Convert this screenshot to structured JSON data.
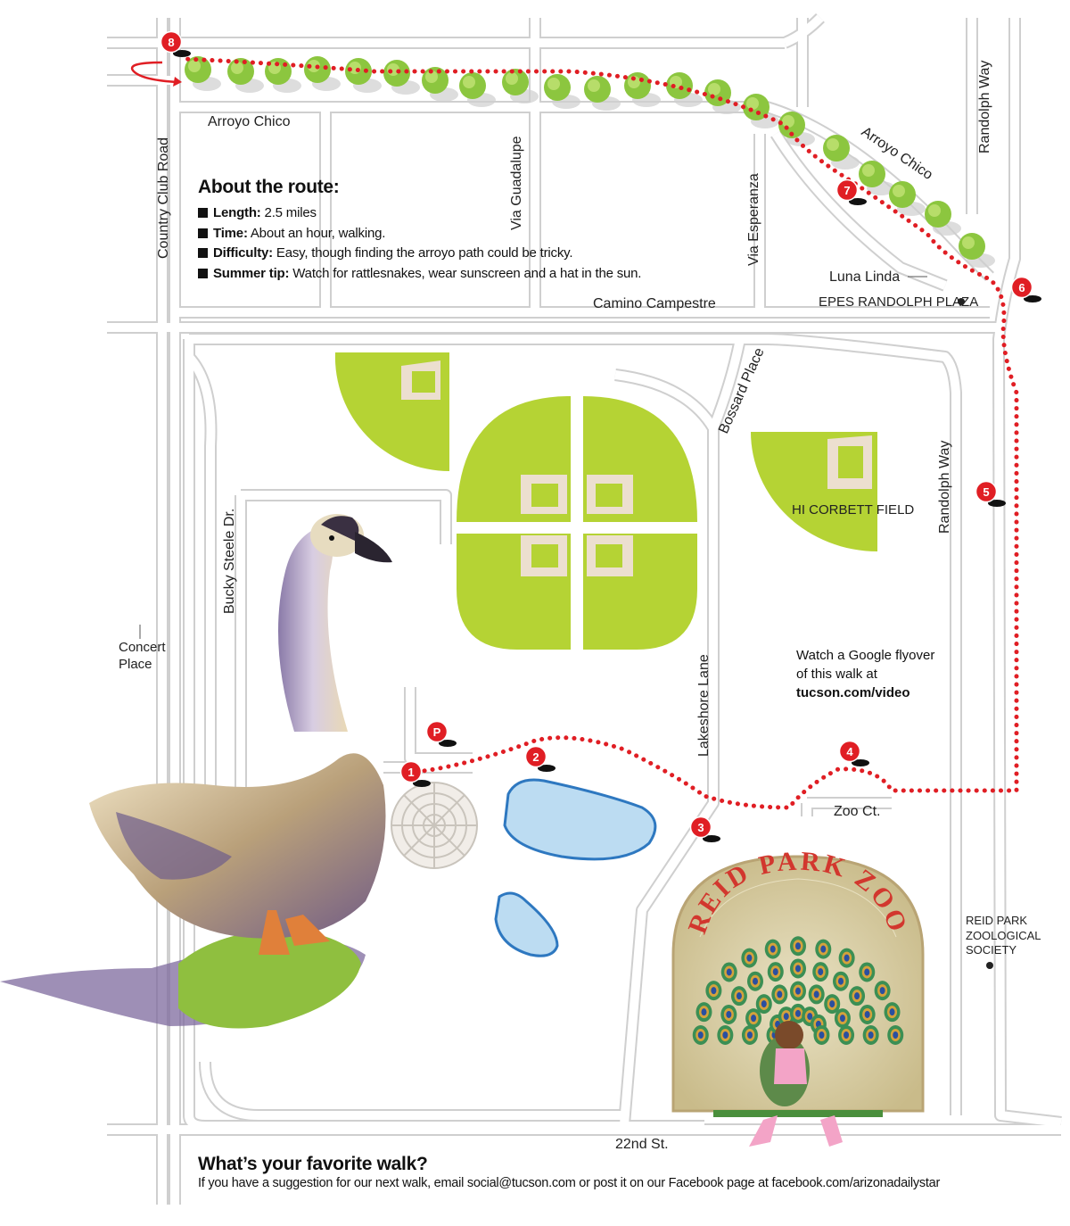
{
  "info": {
    "title": "About the route:",
    "items": [
      {
        "key": "Length:",
        "value": " 2.5 miles"
      },
      {
        "key": "Time:",
        "value": " About an hour, walking."
      },
      {
        "key": "Difficulty:",
        "value": " Easy, though finding the arroyo path could be tricky."
      },
      {
        "key": "Summer tip:",
        "value": " Watch for rattlesnakes, wear sunscreen and a hat in the sun."
      }
    ]
  },
  "streets": {
    "country_club": "Country Club Road",
    "arroyo_chico_west": "Arroyo Chico",
    "arroyo_chico_east": "Arroyo Chico",
    "via_guadalupe": "Via Guadalupe",
    "via_esperanza": "Via Esperanza",
    "randolph_way_north": "Randolph Way",
    "randolph_way": "Randolph Way",
    "luna_linda": "Luna Linda",
    "camino_campestre": "Camino Campestre",
    "bossard_place": "Bossard Place",
    "bucky_steele": "Bucky Steele Dr.",
    "lakeshore_lane": "Lakeshore Lane",
    "zoo_ct": "Zoo Ct.",
    "st_22nd": "22nd St.",
    "concert_place_1": "Concert",
    "concert_place_2": "Place"
  },
  "places": {
    "epes": "EPES RANDOLPH PLAZA",
    "hi_corbett": "HI CORBETT FIELD",
    "zoo_society_1": "REID PARK",
    "zoo_society_2": "ZOOLOGICAL",
    "zoo_society_3": "SOCIETY",
    "zoo_sign": "REID PARK ZOO"
  },
  "flyover": {
    "line1": "Watch a Google flyover",
    "line2": "of this walk at",
    "link": "tucson.com/video"
  },
  "markers": [
    {
      "label": "1"
    },
    {
      "label": "2"
    },
    {
      "label": "3"
    },
    {
      "label": "4"
    },
    {
      "label": "5"
    },
    {
      "label": "6"
    },
    {
      "label": "7"
    },
    {
      "label": "8"
    },
    {
      "label": "P"
    }
  ],
  "footer": {
    "title": "What’s your favorite walk?",
    "text": "If you have a suggestion for our next walk, email social@tucson.com or post it on our Facebook page at facebook.com/arizonadailystar"
  },
  "colors": {
    "route": "#e01e24",
    "field": "#b5d334",
    "water": "#bcdcf2",
    "water_edge": "#2e78c0",
    "road_edge": "#cfcfcf"
  }
}
